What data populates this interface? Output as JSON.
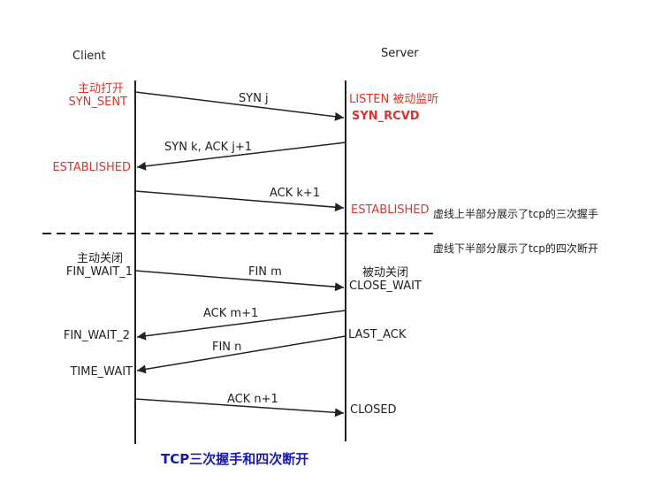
{
  "colors": {
    "line": "#222222",
    "state_red": "#d9342b",
    "title_blue": "#1a1aa8"
  },
  "headers": {
    "client": "Client",
    "server": "Server"
  },
  "handshake": {
    "client_active_open": "主动打开",
    "client_syn_sent": "SYN_SENT",
    "server_listen": "LISTEN 被动监听",
    "server_syn_rcvd": "SYN_RCVD",
    "client_established": "ESTABLISHED",
    "server_established": "ESTABLISHED",
    "msg1": "SYN j",
    "msg2": "SYN k,  ACK j+1",
    "msg3": "ACK k+1",
    "note": "虚线上半部分展示了tcp的三次握手"
  },
  "teardown": {
    "note": "虚线下半部分展示了tcp的四次断开",
    "client_active_close": "主动关闭",
    "client_fin_wait_1": "FIN_WAIT_1",
    "server_passive_close": "被动关闭",
    "server_close_wait": "CLOSE_WAIT",
    "client_fin_wait_2": "FIN_WAIT_2",
    "server_last_ack": "LAST_ACK",
    "client_time_wait": "TIME_WAIT",
    "server_closed": "CLOSED",
    "msg1": "FIN m",
    "msg2": "ACK m+1",
    "msg3": "FIN n",
    "msg4": "ACK n+1"
  },
  "caption": "TCP三次握手和四次断开"
}
